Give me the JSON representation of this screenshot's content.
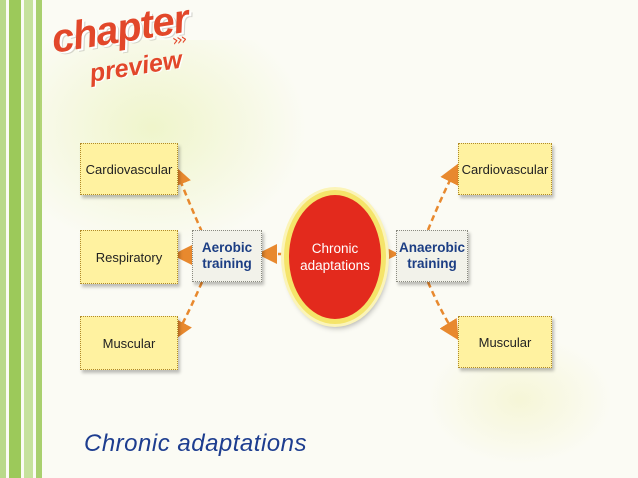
{
  "logo": {
    "line1": "chapter",
    "line2": "preview",
    "arrows": "›››"
  },
  "hub": {
    "line1": "Chronic",
    "line2": "adaptations"
  },
  "aerobic": {
    "line1": "Aerobic",
    "line2": "training"
  },
  "anaerobic": {
    "line1": "Anaerobic",
    "line2": "training"
  },
  "left_outcomes": [
    "Cardiovascular",
    "Respiratory",
    "Muscular"
  ],
  "right_outcomes": [
    "Cardiovascular",
    "Muscular"
  ],
  "footer_title": "Chronic adaptations",
  "colors": {
    "hub_fill": "#e32a1d",
    "box_fill": "#fff2a0",
    "arrow": "#e8892e",
    "title_blue": "#1d3d8f"
  }
}
